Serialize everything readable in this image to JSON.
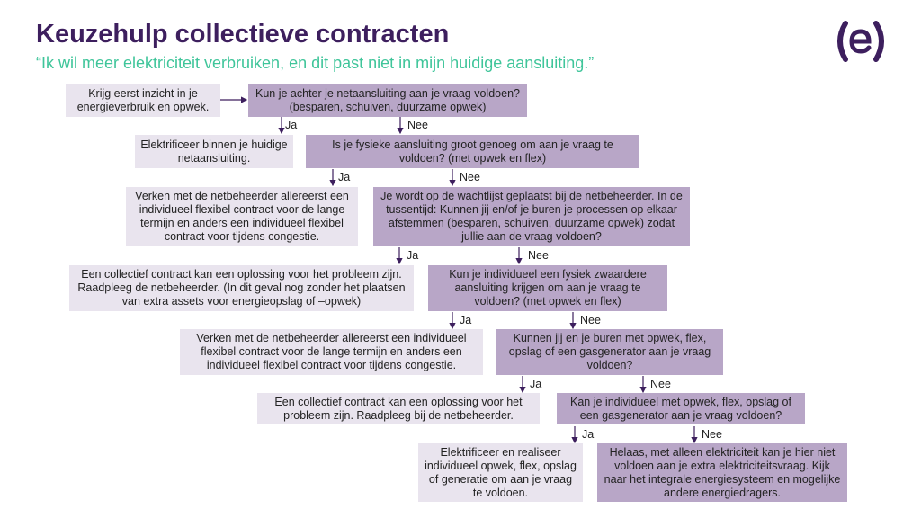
{
  "header": {
    "title": "Keuzehulp collectieve contracten",
    "subtitle": "“Ik wil meer elektriciteit verbruiken, en dit past niet in mijn huidige aansluiting.”"
  },
  "logo": {
    "icon": "e-bracket-logo-icon",
    "color": "#3d1f5e"
  },
  "colors": {
    "title": "#3d1f5e",
    "subtitle": "#3fc59a",
    "box_light": "#e9e4ee",
    "box_dark": "#b8a6c7",
    "arrow": "#3d1f5e"
  },
  "flow": {
    "start": "Krijg eerst inzicht in je energieverbruik en opwek.",
    "q1": "Kun je achter je netaansluiting aan je vraag voldoen? (besparen, schuiven, duurzame opwek)",
    "a1": "Elektrificeer binnen je huidige netaansluiting.",
    "q2": "Is je fysieke aansluiting groot genoeg om aan je vraag te voldoen? (met opwek en flex)",
    "a2": "Verken met de netbeheerder allereerst een individueel flexibel contract voor de lange termijn en anders een individueel flexibel contract voor tijdens congestie.",
    "q3": "Je wordt op de wachtlijst geplaatst bij de netbeheerder. In de tussentijd: Kunnen jij en/of je buren je processen op elkaar afstemmen (besparen, schuiven, duurzame opwek) zodat jullie aan de vraag voldoen?",
    "a3": "Een collectief contract kan een oplossing voor het probleem zijn. Raadpleeg de netbeheerder. (In dit geval nog zonder het plaatsen van extra assets voor energieopslag of –opwek)",
    "q4": "Kun je individueel een fysiek zwaardere aansluiting krijgen om aan je vraag te voldoen? (met opwek en flex)",
    "a4": "Verken met de netbeheerder allereerst een individueel flexibel contract voor de lange termijn en anders een individueel flexibel contract voor tijdens congestie.",
    "q5": "Kunnen jij en je buren met opwek, flex, opslag of een gasgenerator aan je vraag voldoen?",
    "a5": "Een collectief contract kan een oplossing voor het probleem zijn. Raadpleeg bij de netbeheerder.",
    "q6": "Kan je individueel met opwek, flex, opslag of een gasgenerator aan je vraag voldoen?",
    "a6": "Elektrificeer en realiseer individueel opwek, flex, opslag of generatie om aan je vraag te voldoen.",
    "end": "Helaas, met alleen elektriciteit kan je hier niet voldoen aan je extra elektriciteitsvraag. Kijk naar het integrale energiesysteem en mogelijke andere energiedragers.",
    "yes": "Ja",
    "no": "Nee"
  }
}
